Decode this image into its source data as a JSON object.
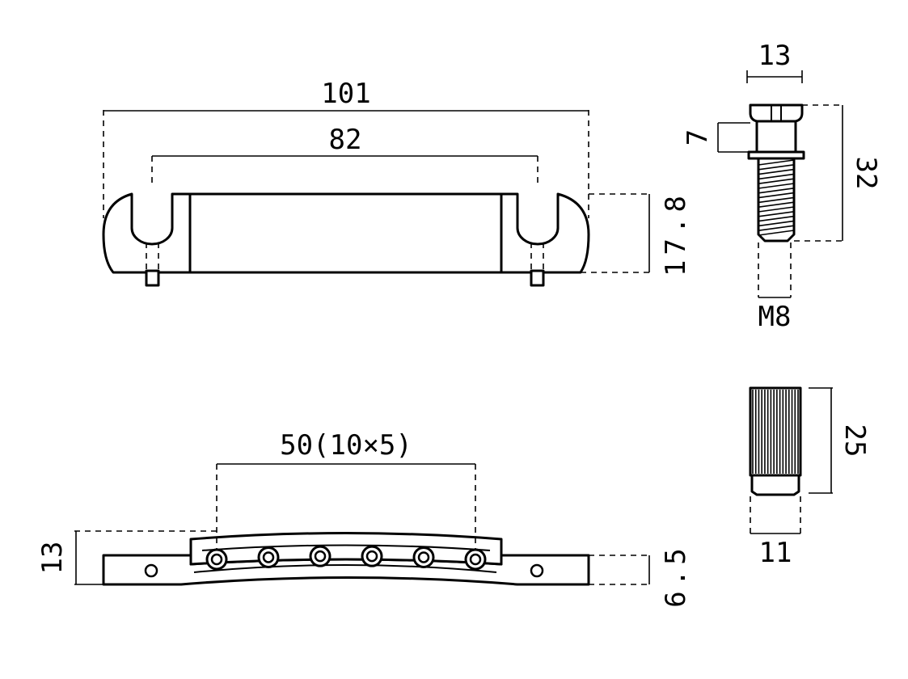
{
  "dimensions": {
    "overall_length": "101",
    "stud_spacing": "82",
    "body_height": "17.8",
    "stud_head_width": "13",
    "stud_head_height": "7",
    "stud_length": "32",
    "stud_thread": "M8",
    "string_spacing": "50(10×5)",
    "total_height_side": "13",
    "base_height": "6.5",
    "bushing_length": "25",
    "bushing_diameter": "11"
  },
  "colors": {
    "line": "#000000",
    "background": "#ffffff"
  },
  "views": {
    "front_view": {
      "stud_holes": 2
    },
    "side_view_tailpiece": {
      "string_holes": 6,
      "mount_holes": 2
    },
    "stud": {
      "thread_lines": 16
    },
    "bushing": {
      "knurl_lines": 16
    }
  }
}
